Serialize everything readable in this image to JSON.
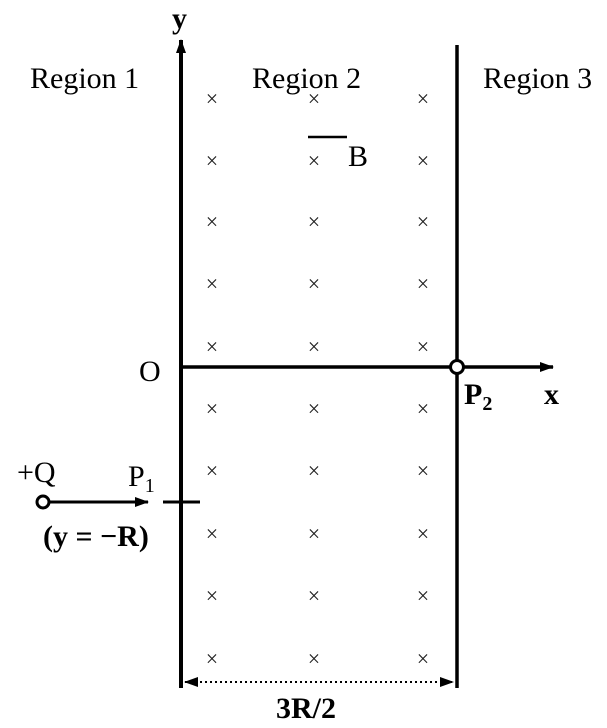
{
  "regions": {
    "region1": "Region 1",
    "region2": "Region 2",
    "region3": "Region 3"
  },
  "axes": {
    "y_label": "y",
    "x_label": "x",
    "origin_label": "O"
  },
  "field": {
    "label": "B",
    "cross_glyph": "×"
  },
  "charge": {
    "label": "+Q",
    "condition": "(y = −R)"
  },
  "points": {
    "p1": "P",
    "p1_sub": "1",
    "p2": "P",
    "p2_sub": "2"
  },
  "dimension": {
    "width_label": "3R/2"
  },
  "colors": {
    "stroke": "#000000",
    "background": "#ffffff"
  }
}
